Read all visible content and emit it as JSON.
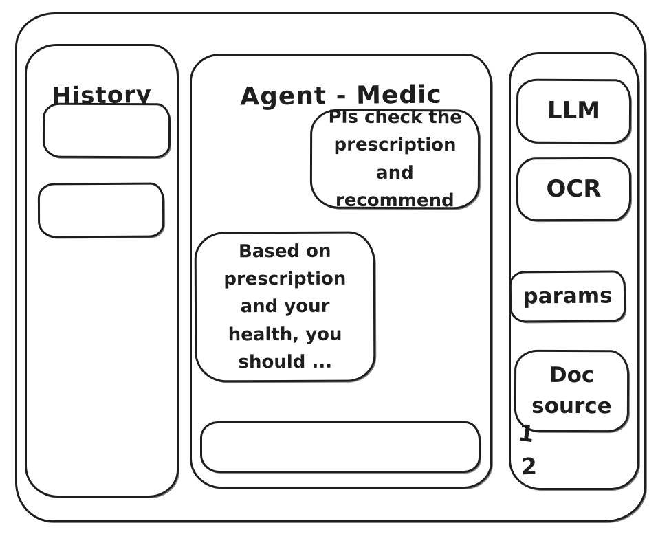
{
  "colors": {
    "ink": "#1e1e1e",
    "canvas": "#ffffff"
  },
  "history_sidebar": {
    "title": "History",
    "items": [
      {
        "label": ""
      },
      {
        "label": ""
      }
    ]
  },
  "chat": {
    "title": "Agent - Medic",
    "messages": [
      {
        "role": "user",
        "text": "Pls check the prescription and recommend"
      },
      {
        "role": "agent",
        "text": "Based on prescription and your health, you should ..."
      }
    ],
    "input_value": ""
  },
  "tools_sidebar": {
    "buttons": [
      {
        "label": "LLM"
      },
      {
        "label": "OCR"
      },
      {
        "label": "params"
      },
      {
        "label": "Doc source"
      }
    ],
    "annotations": [
      {
        "label": "1"
      },
      {
        "label": "2"
      }
    ]
  }
}
